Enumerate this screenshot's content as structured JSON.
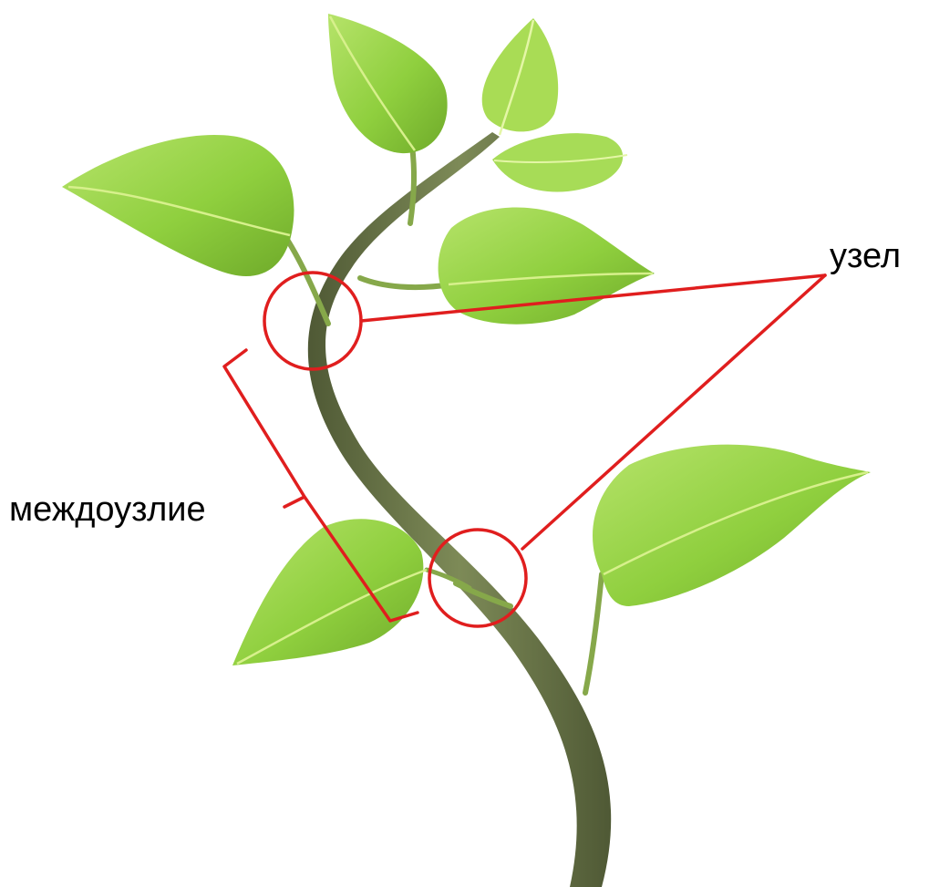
{
  "labels": {
    "node": "узел",
    "internode": "междоузлие"
  },
  "colors": {
    "annotation": "#e01e1e",
    "text": "#000000",
    "stem": "#6f7a4c",
    "stem_dark": "#4f5935",
    "leaf": "#8fcf3e",
    "leaf_light": "#b6e36a",
    "leaf_dark": "#6faa2a",
    "vein": "#d7f08c",
    "petiole": "#86a84a",
    "background": "#ffffff"
  },
  "icons": {
    "node_marker": "circle-outline",
    "internode_marker": "curly-bracket"
  }
}
